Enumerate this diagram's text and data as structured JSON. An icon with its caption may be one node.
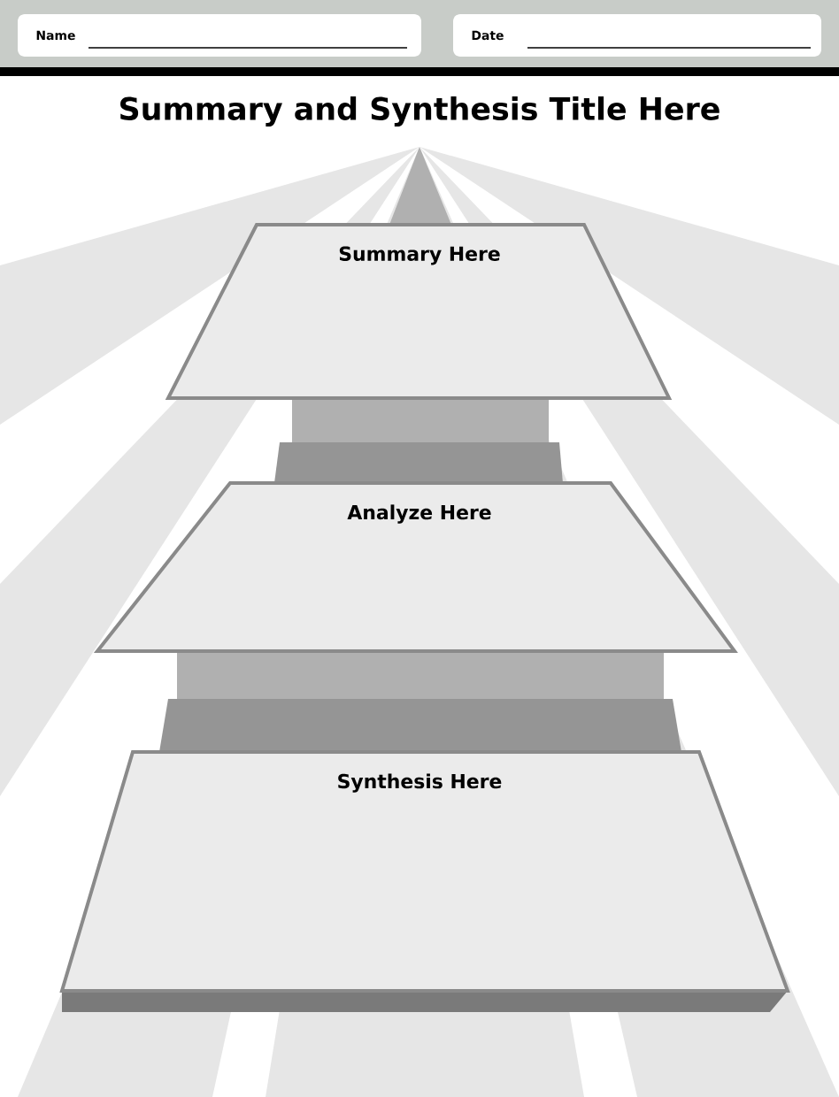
{
  "diagram": {
    "title": "Summary and Synthesis Title Here",
    "nodes": [
      {
        "text": [
          "Name"
        ]
      },
      {
        "text": [
          "Date"
        ]
      },
      {
        "text": [
          "Summary Here"
        ]
      },
      {
        "text": [
          "Analyze Here"
        ]
      },
      {
        "text": [
          "Synthesis Here"
        ]
      }
    ]
  }
}
